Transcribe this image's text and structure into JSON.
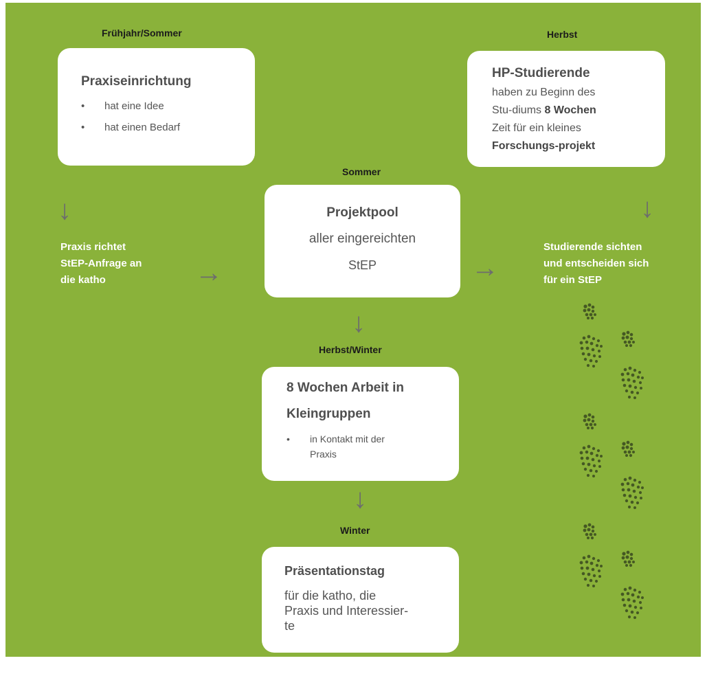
{
  "seasons": {
    "spring_summer": "Frühjahr/Sommer",
    "autumn_top": "Herbst",
    "summer": "Sommer",
    "autumn_winter": "Herbst/Winter",
    "winter": "Winter"
  },
  "box_praxis": {
    "title": "Praxiseinrichtung",
    "items": [
      "hat eine Idee",
      "hat einen Bedarf"
    ]
  },
  "box_students": {
    "title": "HP-Studierende",
    "line1": "haben zu Beginn des",
    "line2_prefix": "Stu-diums ",
    "line2_bold": "8 Wochen",
    "line3": "Zeit für ein kleines",
    "line4_bold": "Forschungs-projekt"
  },
  "box_pool": {
    "title": "Projektpool",
    "line1": "aller eingereichten",
    "line2": "StEP"
  },
  "box_work": {
    "title_line1": "8 Wochen Arbeit in",
    "title_line2": "Kleingruppen",
    "item_line1": "in Kontakt mit der",
    "item_line2": "Praxis"
  },
  "box_presentation": {
    "title": "Präsentationstag",
    "line1": "für die katho, die",
    "line2": "Praxis und Interessier-",
    "line3": "te"
  },
  "text_left": [
    "Praxis richtet",
    "StEP-Anfrage an",
    "die katho"
  ],
  "text_right": [
    "Studierende sichten",
    "und entscheiden sich",
    "für ein StEP"
  ],
  "arrows": {
    "down": "↓",
    "right": "→"
  },
  "colors": {
    "background": "#8ab23a",
    "box": "#ffffff",
    "arrow": "#6d6d6d"
  },
  "footprints_icon": "footprints-icon"
}
